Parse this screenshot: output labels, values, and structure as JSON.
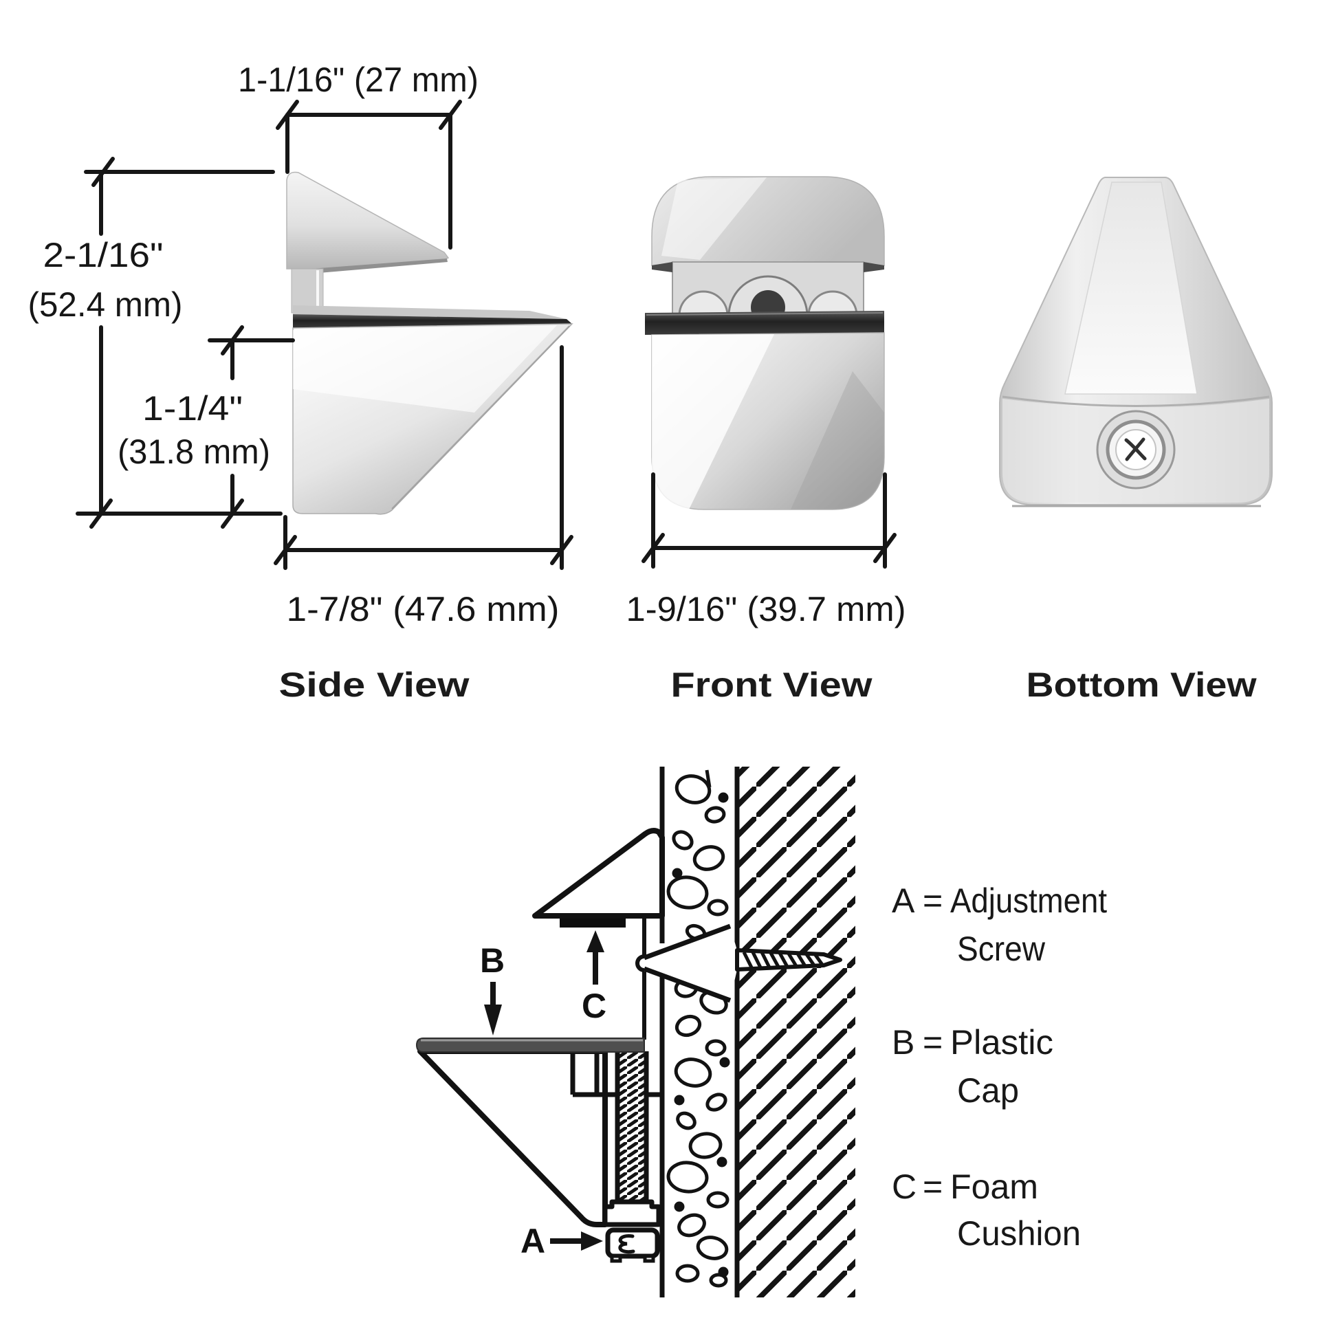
{
  "drawing": {
    "views": {
      "side": {
        "label": "Side View",
        "dim_top_width": "1-1/16\" (27 mm)",
        "dim_overall_height": [
          "2-1/16\"",
          "(52.4 mm)"
        ],
        "dim_lower_height": [
          "1-1/4\"",
          "(31.8 mm)"
        ],
        "dim_depth": "1-7/8\" (47.6 mm)"
      },
      "front": {
        "label": "Front View",
        "dim_width": "1-9/16\" (39.7 mm)"
      },
      "bottom": {
        "label": "Bottom View"
      }
    },
    "installation": {
      "callouts": {
        "a": "A",
        "b": "B",
        "c": "C"
      },
      "legend": [
        {
          "key": "A",
          "eq": "=",
          "term_line1": "Adjustment",
          "term_line2": "Screw"
        },
        {
          "key": "B",
          "eq": "=",
          "term_line1": "Plastic",
          "term_line2": "Cap"
        },
        {
          "key": "C",
          "eq": "=",
          "term_line1": "Foam",
          "term_line2": "Cushion"
        }
      ]
    },
    "colors": {
      "line": "#141414",
      "shelf_gray": "#4f4f4f",
      "gasket_dark": "#2b2b2b",
      "metal_light": "#f2f2f2",
      "metal_mid": "#cfcfcf",
      "metal_dark": "#a6a6a6",
      "background": "#ffffff"
    }
  }
}
